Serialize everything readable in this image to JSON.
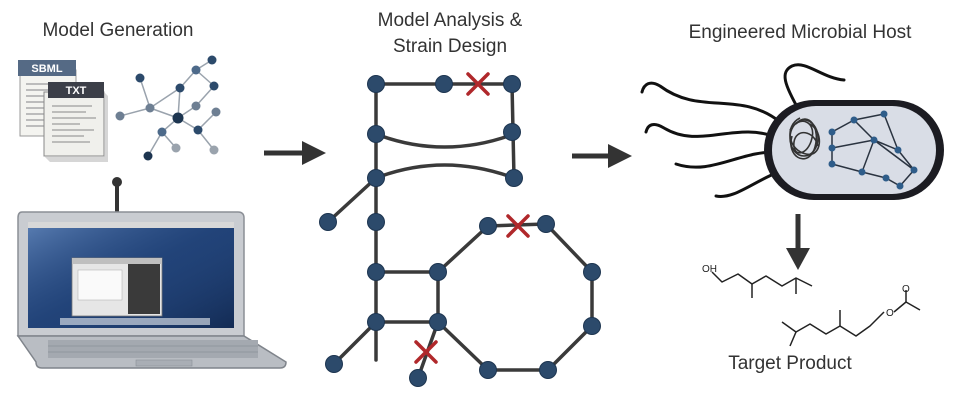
{
  "stages": {
    "model_generation": "Model Generation",
    "analysis_line1": "Model Analysis &",
    "analysis_line2": "Strain Design",
    "engineered_host": "Engineered Microbial Host",
    "target_product": "Target Product"
  },
  "documents": {
    "sbml": "SBML",
    "txt": "TXT"
  },
  "molecule": {
    "oh": "OH",
    "o": "O"
  },
  "colors": {
    "node": "#2c4a6b",
    "edge": "#3a3a3a",
    "knockout": "#b0282b",
    "cell": "#d9dde6",
    "arrow": "#333333"
  }
}
